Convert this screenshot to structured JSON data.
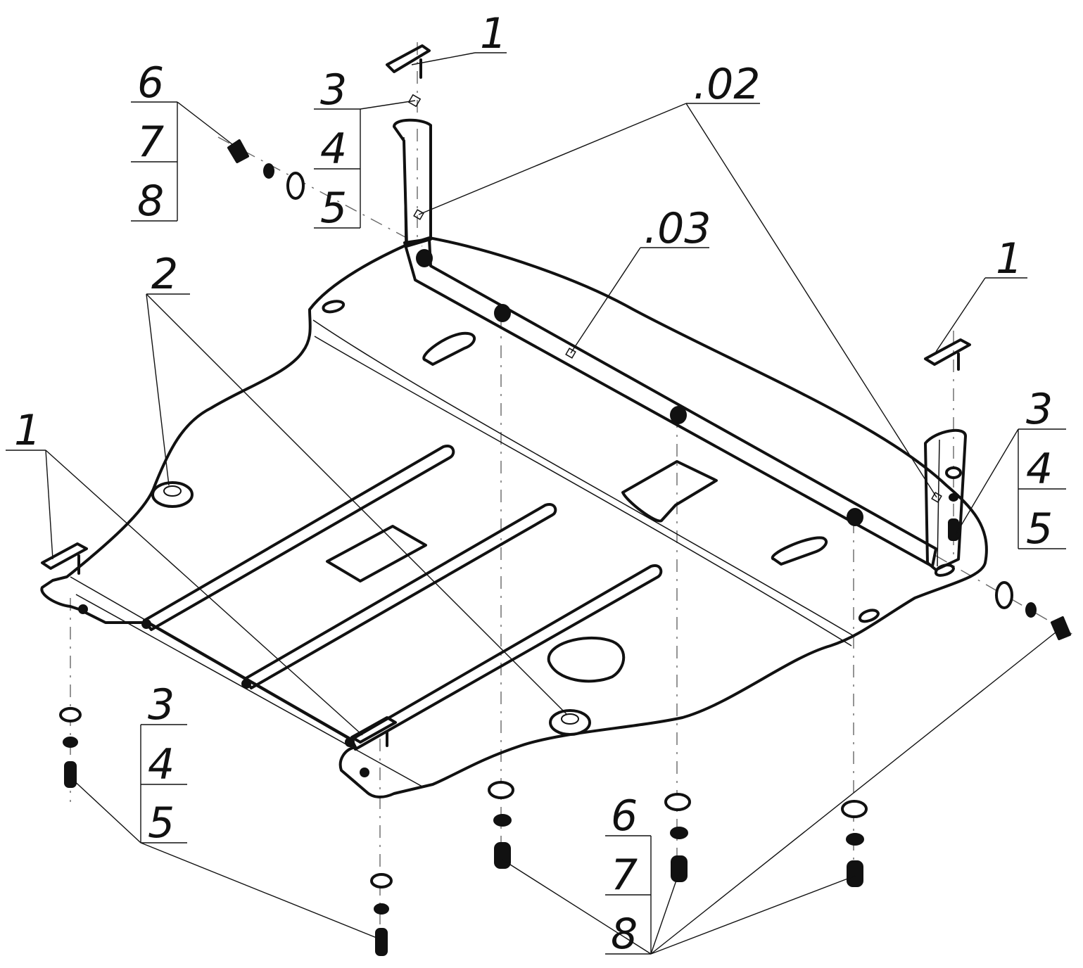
{
  "labels": {
    "clip_top": "1",
    "clip_right": "1",
    "clip_left": "1",
    "bushing": "2",
    "part_02": ".02",
    "part_03": ".03",
    "top_left_stack": [
      "6",
      "7",
      "8"
    ],
    "top_mid_stack": [
      "3",
      "4",
      "5"
    ],
    "right_stack": [
      "3",
      "4",
      "5"
    ],
    "bottom_left_stack": [
      "3",
      "4",
      "5"
    ],
    "bottom_mid_stack": [
      "6",
      "7",
      "8"
    ]
  },
  "colors": {
    "ink": "#111111",
    "paper": "#ffffff",
    "axis": "#666666"
  }
}
